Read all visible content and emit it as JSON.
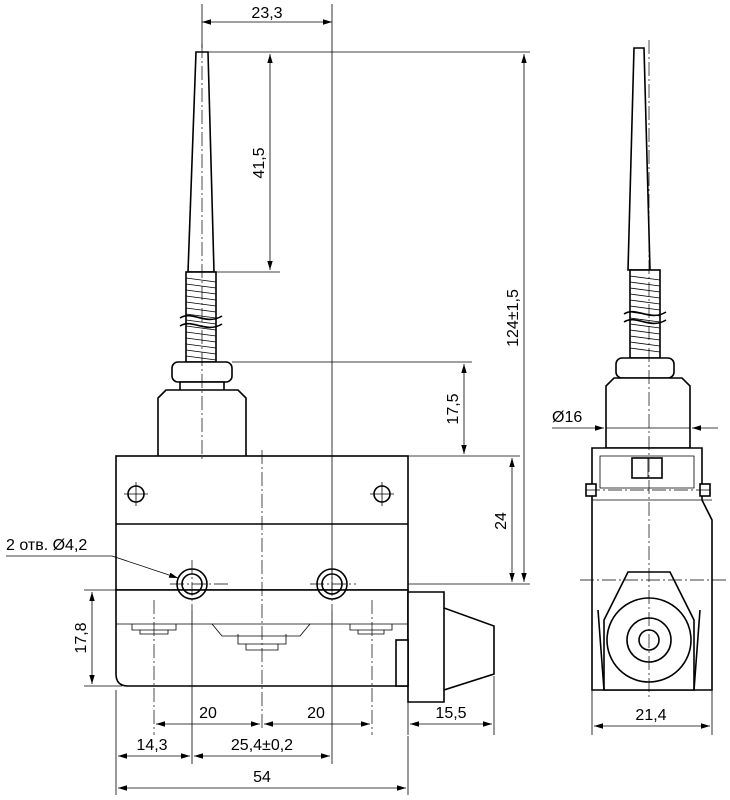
{
  "dimensions": {
    "lever_offset": "23,3",
    "lever_length": "41,5",
    "total_height": "124±1,5",
    "plunger_height": "17,5",
    "mount_height": "24",
    "holes_label": "2 отв. Ø4,2",
    "base_height": "17,8",
    "hole_spacing_left": "20",
    "hole_spacing_right": "20",
    "roller_projection": "15,5",
    "edge_offset": "14,3",
    "center_spacing": "25,4±0,2",
    "body_width": "54",
    "plunger_diameter": "Ø16",
    "side_width": "21,4"
  }
}
